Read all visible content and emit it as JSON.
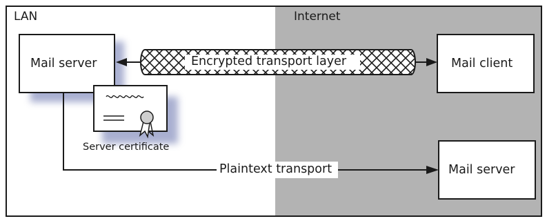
{
  "zones": {
    "lan": "LAN",
    "internet": "Internet"
  },
  "nodes": {
    "local_mail_server": "Mail server",
    "mail_client": "Mail client",
    "remote_mail_server": "Mail server"
  },
  "connections": {
    "encrypted": "Encrypted transport layer",
    "plaintext": "Plaintext transport"
  },
  "certificate": {
    "label": "Server certificate"
  },
  "colors": {
    "internet_zone": "#b3b3b3",
    "shadow": "#9ba3c9",
    "line": "#1a1a1a"
  }
}
